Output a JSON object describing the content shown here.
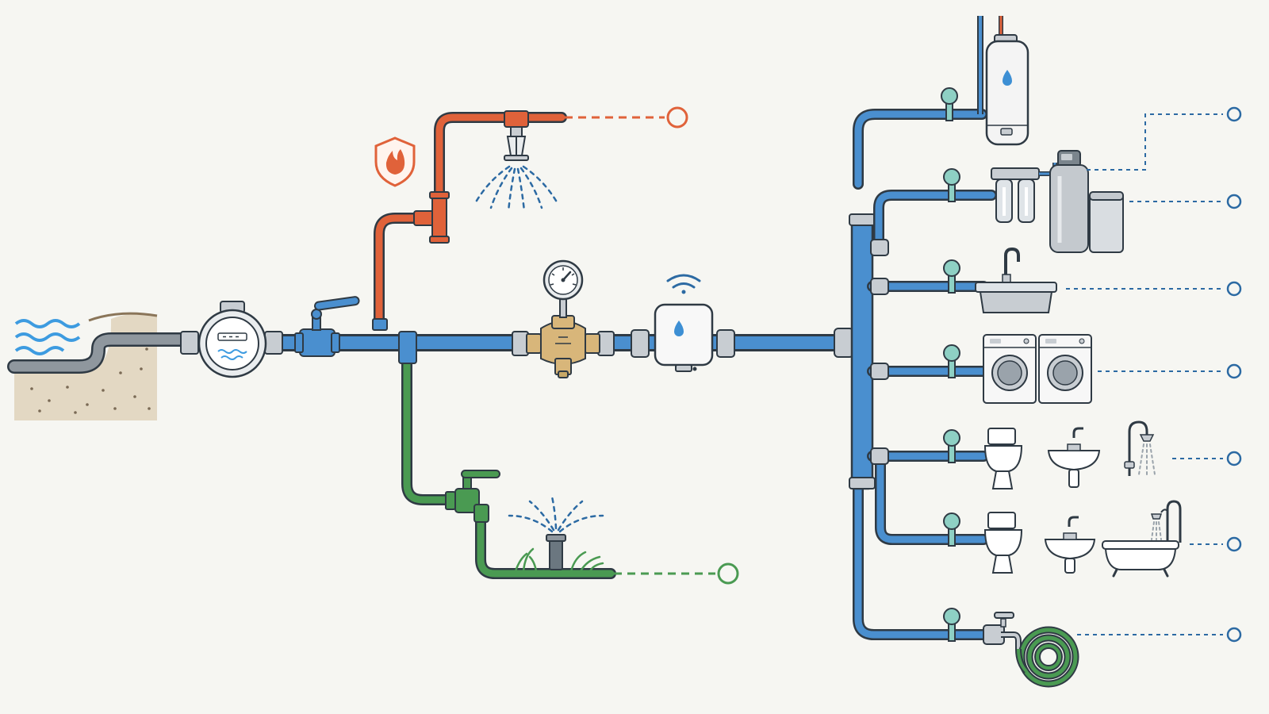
{
  "colors": {
    "background": "#f6f6f2",
    "main_pipe": "#4a8fcf",
    "fire_line": "#e0623a",
    "irrigation_line": "#4a9a52",
    "service_pipe": "#8f979e",
    "valve_green": "#8ed0c4",
    "brass": "#d8b67a",
    "callout_blue": "#2c6aa3"
  },
  "icons": [
    "water-source-icon",
    "soil-icon",
    "water-meter-icon",
    "main-shutoff-valve-icon",
    "fire-shield-icon",
    "fire-sprinkler-icon",
    "pressure-gauge-icon",
    "pressure-reducing-valve-icon",
    "smart-leak-detector-icon",
    "wifi-icon",
    "irrigation-valve-icon",
    "lawn-sprinkler-icon",
    "water-heater-icon",
    "water-filter-icon",
    "water-softener-icon",
    "kitchen-sink-icon",
    "washing-machine-icon",
    "toilet-icon",
    "bathroom-sink-icon",
    "shower-icon",
    "bathtub-icon",
    "outdoor-faucet-icon",
    "garden-hose-icon"
  ],
  "branches": [
    {
      "id": "fire-sprinkler",
      "icons": [
        "fire-shield-icon",
        "fire-sprinkler-icon"
      ]
    },
    {
      "id": "irrigation",
      "icons": [
        "irrigation-valve-icon",
        "lawn-sprinkler-icon"
      ]
    },
    {
      "id": "water-heater",
      "icons": [
        "water-heater-icon"
      ]
    },
    {
      "id": "treatment",
      "icons": [
        "water-filter-icon",
        "water-softener-icon"
      ]
    },
    {
      "id": "kitchen",
      "icons": [
        "kitchen-sink-icon"
      ]
    },
    {
      "id": "laundry",
      "icons": [
        "washing-machine-icon"
      ]
    },
    {
      "id": "bathroom-1",
      "icons": [
        "toilet-icon",
        "bathroom-sink-icon",
        "shower-icon"
      ]
    },
    {
      "id": "bathroom-2",
      "icons": [
        "toilet-icon",
        "bathroom-sink-icon",
        "bathtub-icon"
      ]
    },
    {
      "id": "outdoor",
      "icons": [
        "outdoor-faucet-icon",
        "garden-hose-icon"
      ]
    }
  ]
}
